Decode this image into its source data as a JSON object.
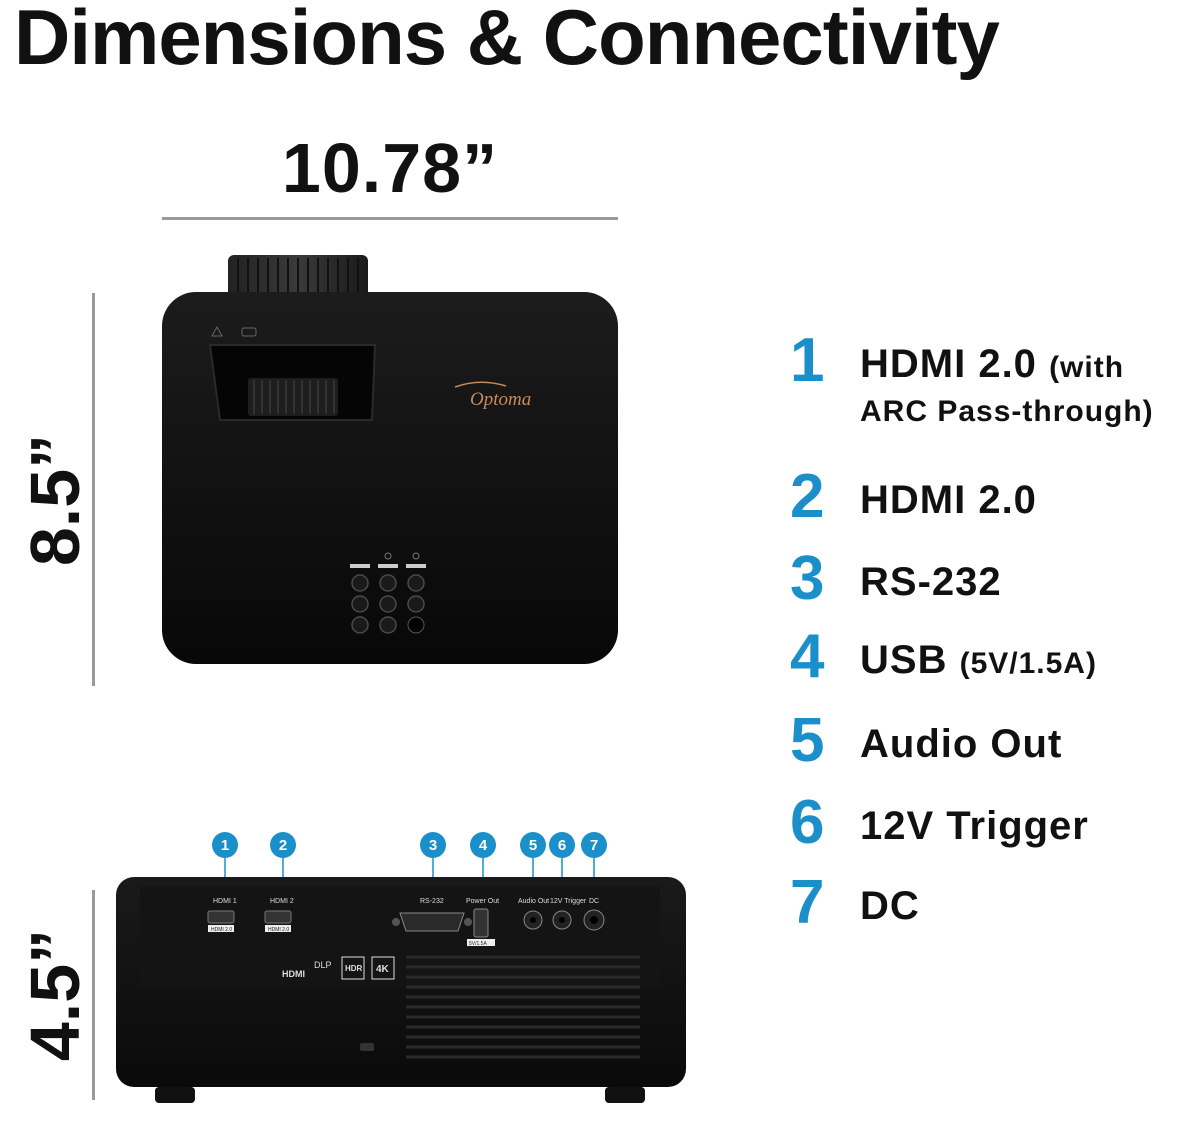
{
  "title": "Dimensions & Connectivity",
  "dimensions": {
    "width": "10.78”",
    "depth": "8.5”",
    "height": "4.5”"
  },
  "brand": "Optoma",
  "specs": [
    {
      "num": "1",
      "main": "HDMI 2.0",
      "sub": "(with",
      "line2": "ARC Pass-through)"
    },
    {
      "num": "2",
      "main": "HDMI 2.0"
    },
    {
      "num": "3",
      "main": "RS-232"
    },
    {
      "num": "4",
      "main": "USB",
      "sub": "(5V/1.5A)"
    },
    {
      "num": "5",
      "main": "Audio Out"
    },
    {
      "num": "6",
      "main": "12V Trigger"
    },
    {
      "num": "7",
      "main": "DC"
    }
  ],
  "rear_ports": {
    "badges": [
      "1",
      "2",
      "3",
      "4",
      "5",
      "6",
      "7"
    ],
    "labels": {
      "hdmi1": "HDMI 1",
      "hdmi1_sub": "HDMI 2.0",
      "hdmi2": "HDMI 2",
      "hdmi2_sub": "HDMI 2.0",
      "rs232": "RS-232",
      "power_out": "Power Out",
      "usb_sub": "5V/1.5A",
      "audio_out": "Audio Out",
      "trigger": "12V Trigger",
      "dc": "DC",
      "hdmi_logo": "HDMI",
      "dlp": "DLP",
      "hdr": "HDR",
      "fourk": "4K"
    }
  },
  "colors": {
    "accent": "#1a8fc9",
    "projector": "#0e0e0e",
    "dimension_line": "#9a9a9a",
    "brand": "#c98a5a"
  }
}
